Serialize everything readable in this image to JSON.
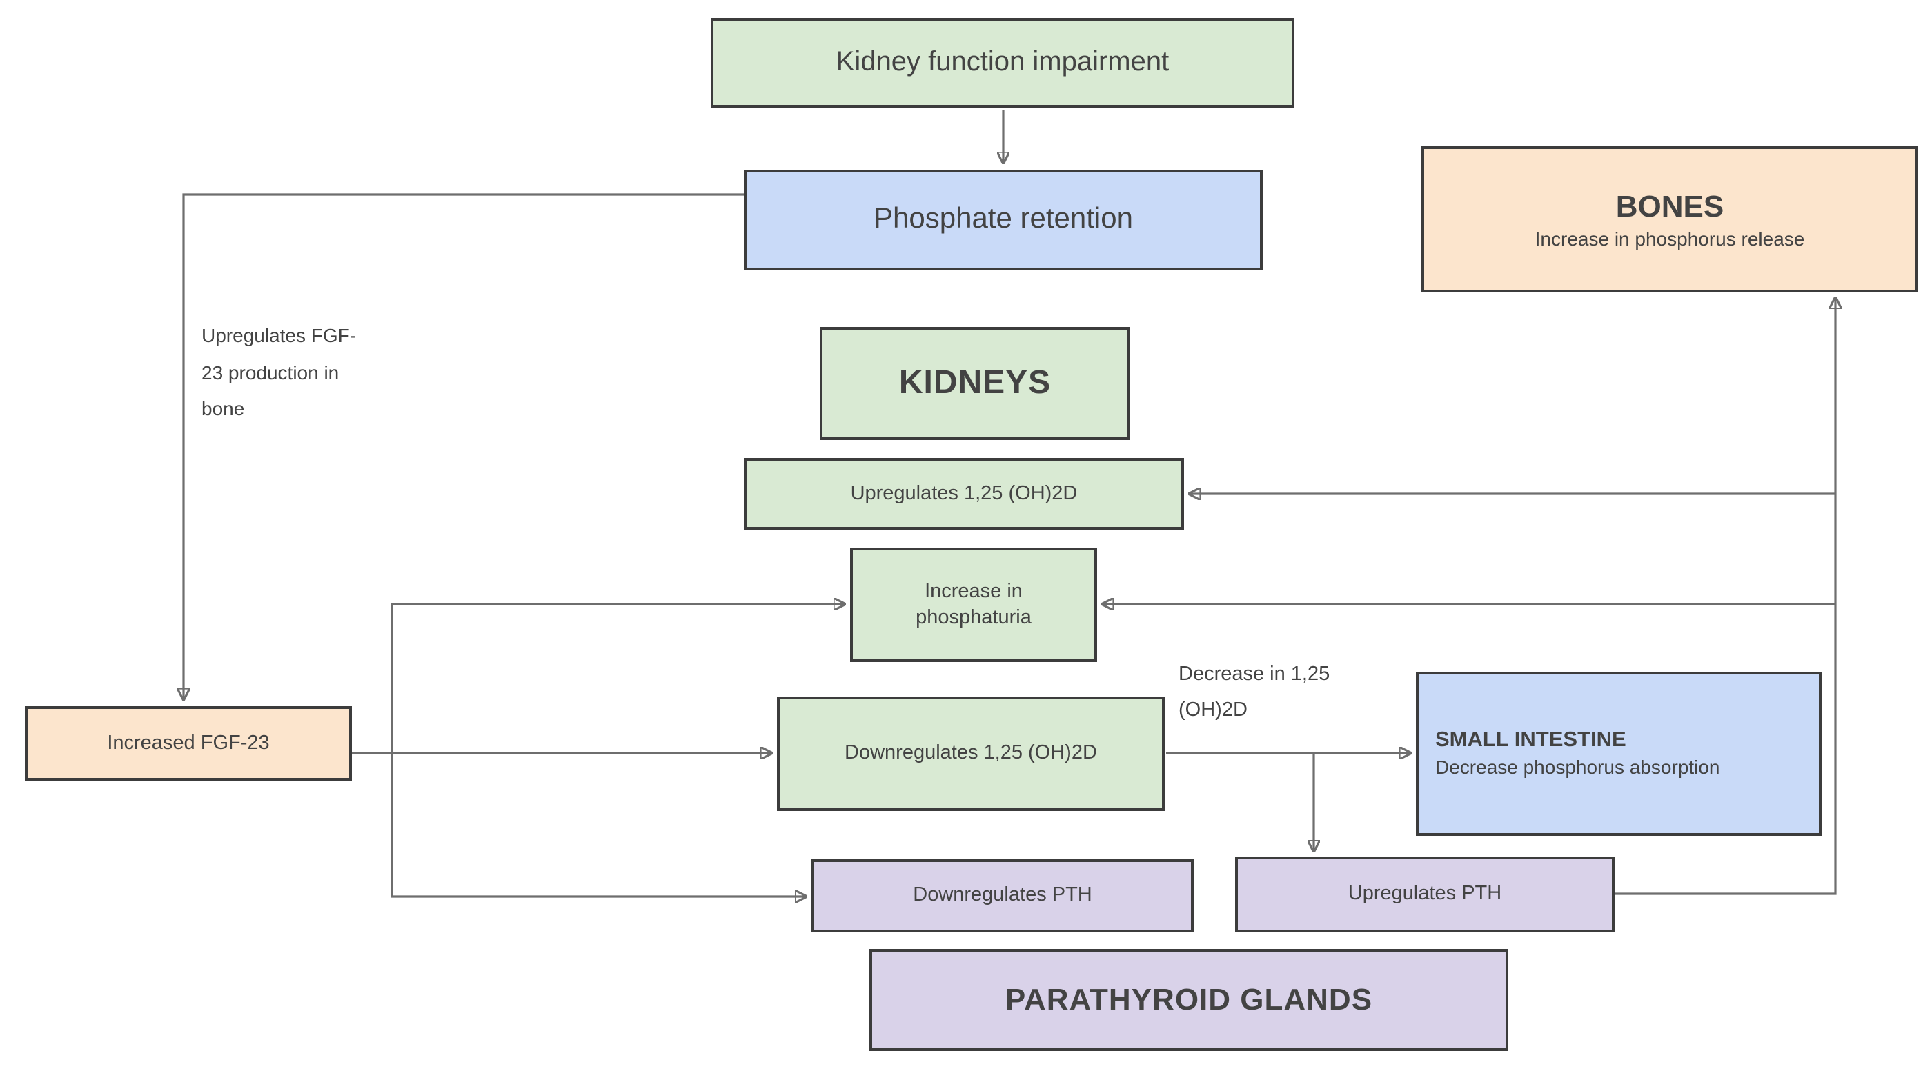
{
  "diagram": {
    "title_context": "Kidney function impairment phosphate regulation flowchart",
    "colors": {
      "green_fill": "#d9ead3",
      "blue_fill": "#c9daf8",
      "orange_fill": "#fce5cd",
      "purple_fill": "#d9d2e9",
      "box_border": "#3c3c3c",
      "arrow": "#6e6e6e",
      "text": "#434343"
    },
    "nodes": {
      "kidney_function": {
        "label": "Kidney function impairment"
      },
      "phosphate_retention": {
        "label": "Phosphate retention"
      },
      "bones": {
        "title": "BONES",
        "subtitle": "Increase in phosphorus release"
      },
      "kidneys": {
        "label": "KIDNEYS"
      },
      "upregulates_125": {
        "label": "Upregulates 1,25 (OH)2D"
      },
      "increase_phosphaturia": {
        "label": "Increase in phosphaturia"
      },
      "downregulates_125": {
        "label": "Downregulates 1,25 (OH)2D"
      },
      "small_intestine": {
        "title": "SMALL INTESTINE",
        "subtitle": "Decrease phosphorus absorption"
      },
      "increased_fgf23": {
        "label": "Increased FGF-23"
      },
      "downregulates_pth": {
        "label": "Downregulates PTH"
      },
      "upregulates_pth": {
        "label": "Upregulates PTH"
      },
      "parathyroid_glands": {
        "label": "PARATHYROID GLANDS"
      }
    },
    "edge_labels": {
      "upregulates_fgf23": "Upregulates FGF-23 production in bone",
      "decrease_in_125": "Decrease in 1,25 (OH)2D"
    }
  }
}
